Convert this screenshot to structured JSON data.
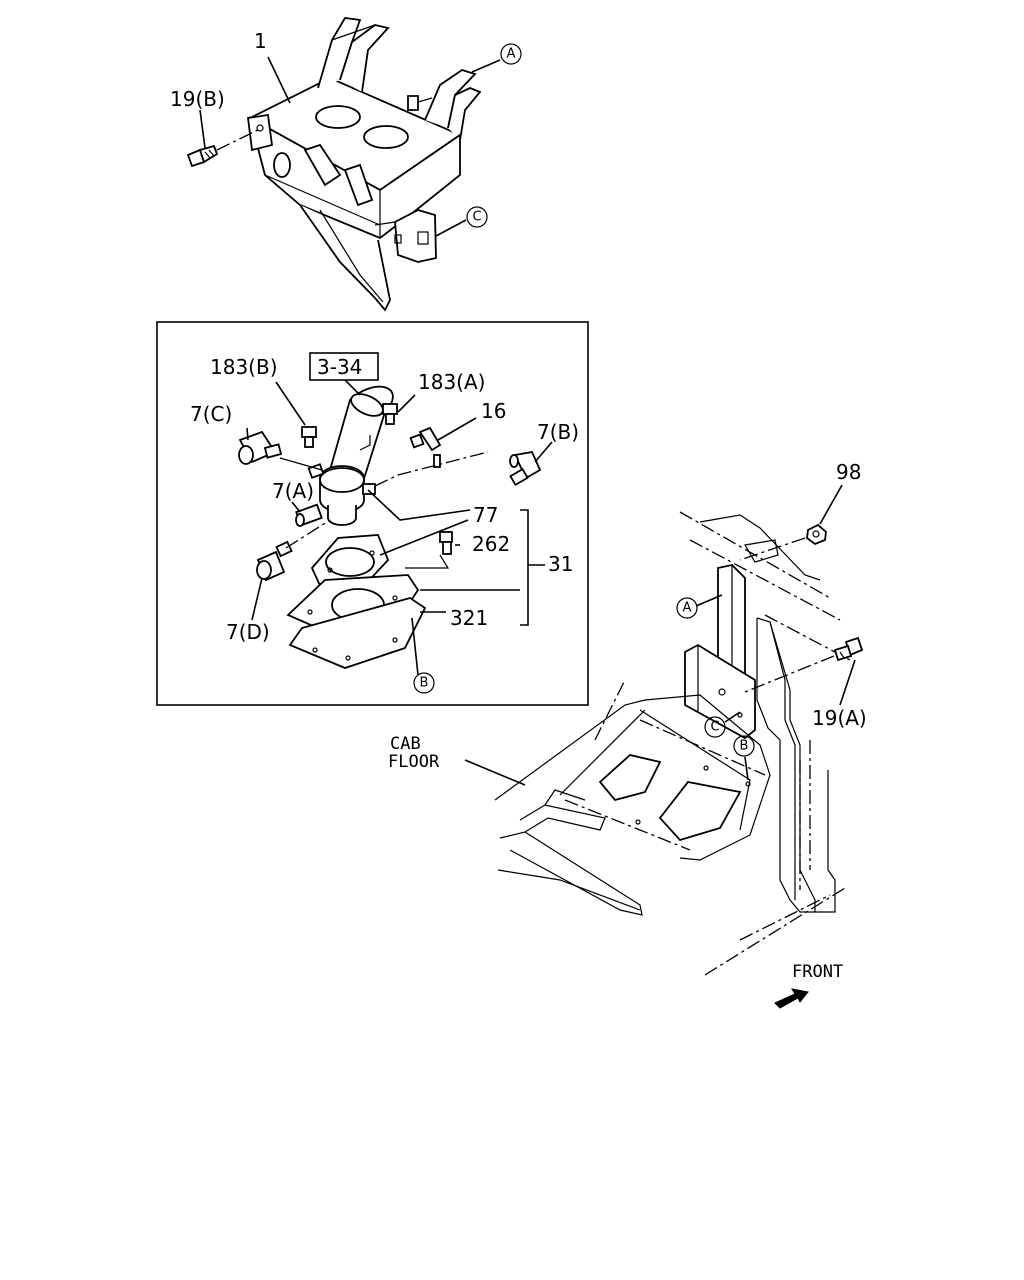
{
  "labels": {
    "l1": "1",
    "l19b": "19(B)",
    "lA1": "A",
    "lC1": "C",
    "l183b": "183(B)",
    "l334": "3-34",
    "l183a": "183(A)",
    "l7c": "7(C)",
    "l16": "16",
    "l7b": "7(B)",
    "l7a": "7(A)",
    "l77": "77",
    "l262": "262",
    "l31": "31",
    "l7d": "7(D)",
    "l321": "321",
    "lB1": "B",
    "l98": "98",
    "lA2": "A",
    "l19a": "19(A)",
    "lC2": "C",
    "lB2": "B",
    "cab1": "CAB",
    "cab2": "FLOOR",
    "front": "FRONT"
  }
}
